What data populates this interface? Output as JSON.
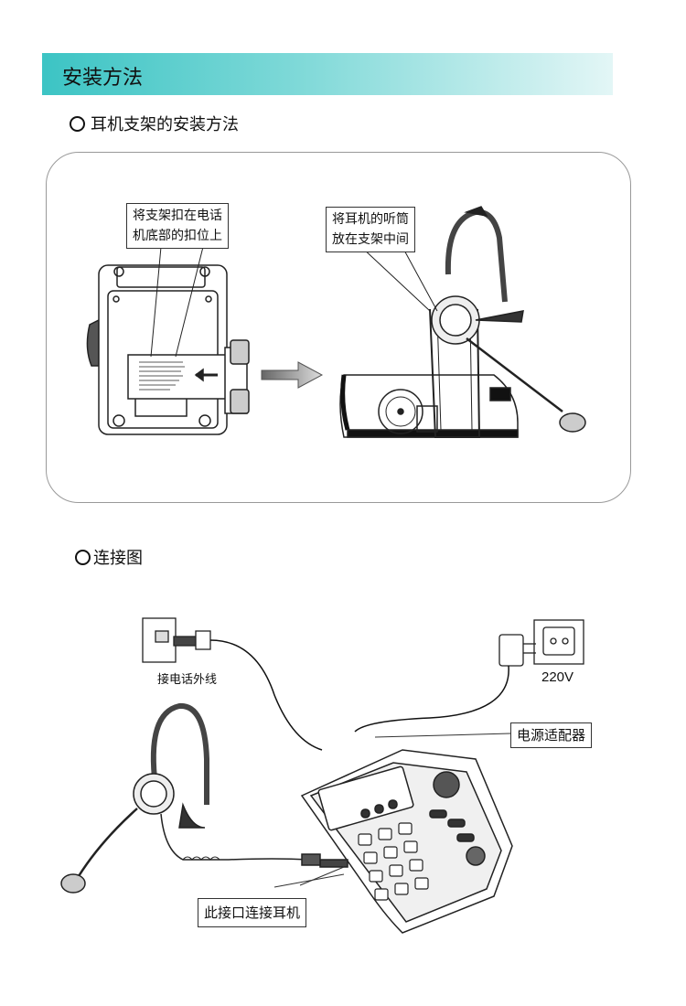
{
  "header": {
    "title": "安装方法"
  },
  "section1": {
    "title": "耳机支架的安装方法",
    "callout_left": [
      "将支架扣在电话",
      "机底部的扣位上"
    ],
    "callout_right": [
      "将耳机的听筒",
      "放在支架中间"
    ]
  },
  "section2": {
    "title": "连接图",
    "line_label": "接电话外线",
    "voltage": "220V",
    "adapter_label": "电源适配器",
    "headset_port_label": "此接口连接耳机"
  }
}
